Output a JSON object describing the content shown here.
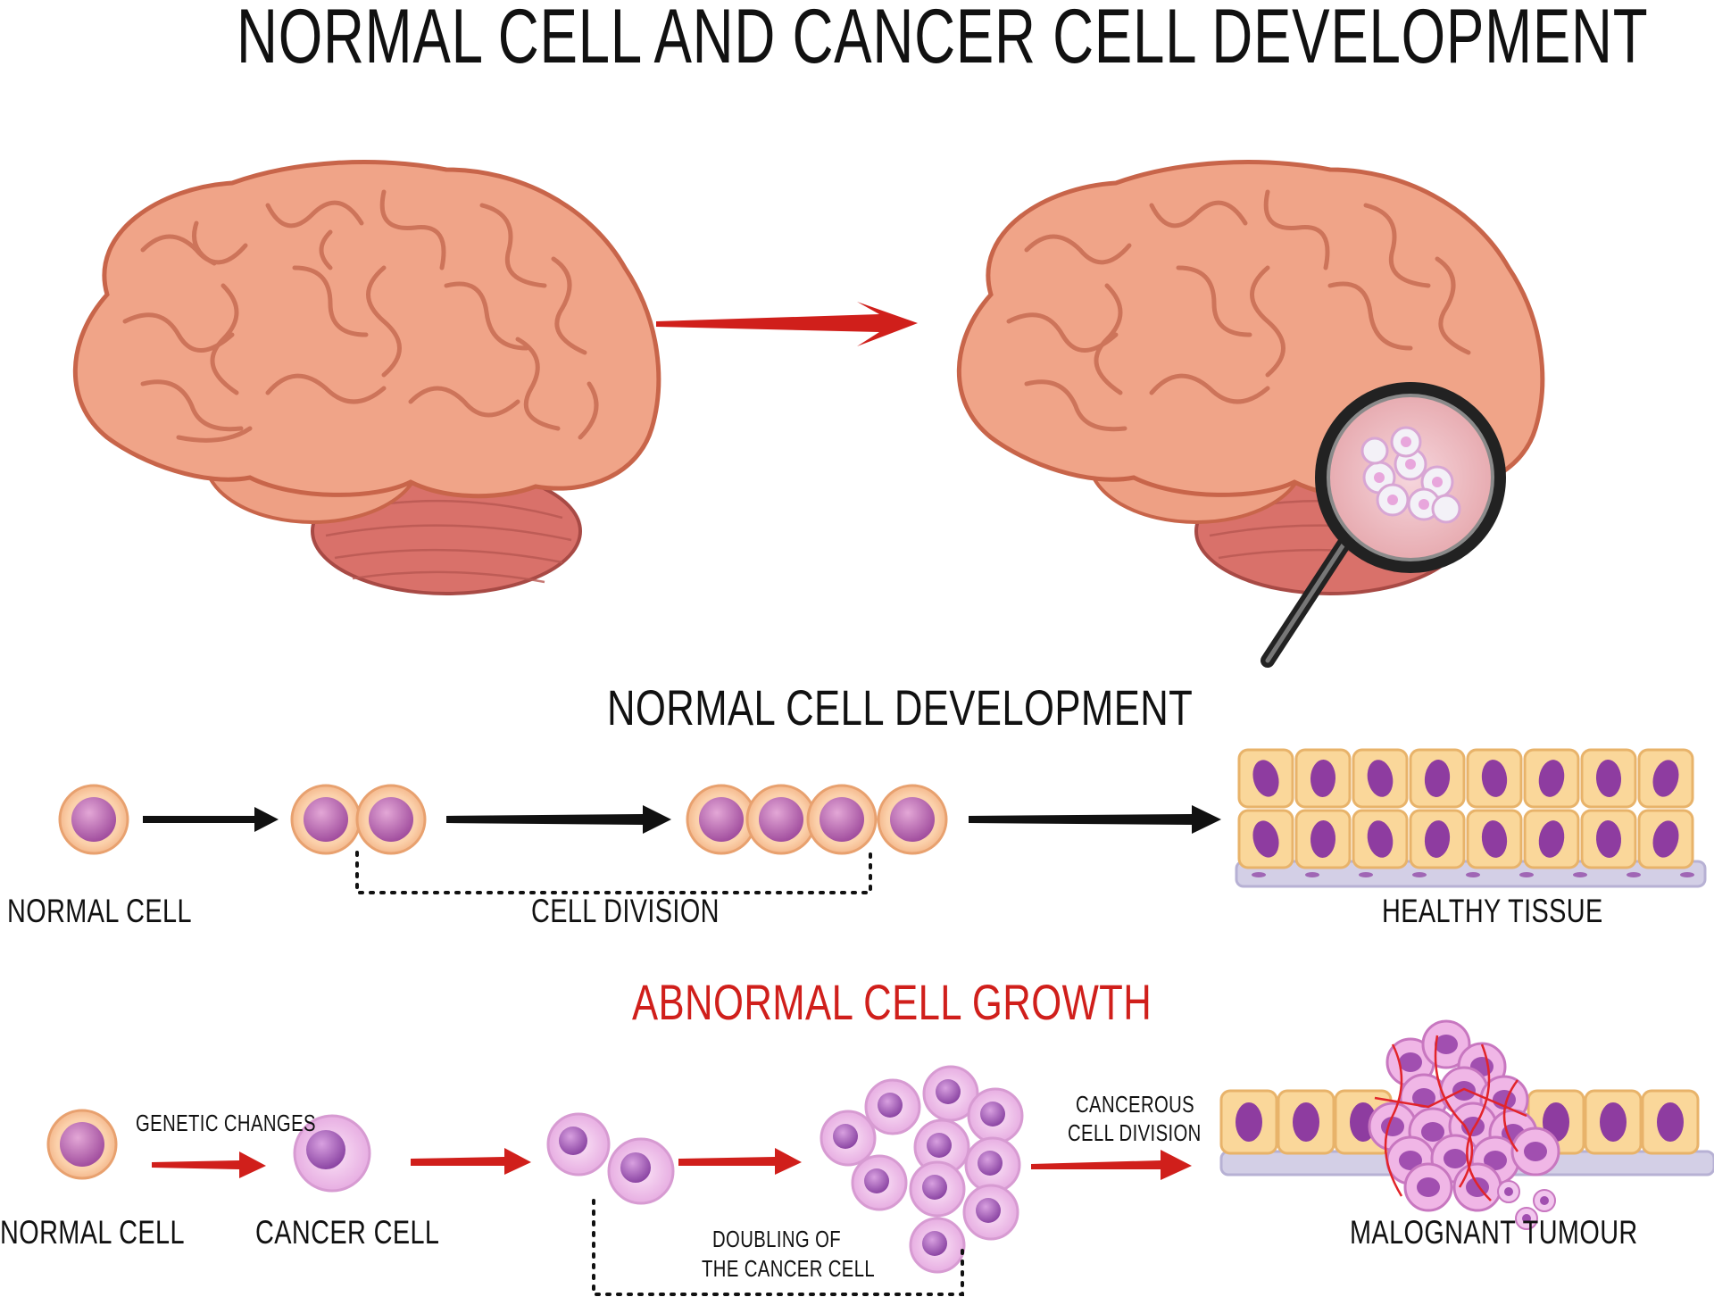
{
  "title": "NORMAL CELL AND CANCER CELL DEVELOPMENT",
  "normal_section": {
    "heading": "NORMAL CELL DEVELOPMENT",
    "labels": {
      "normal_cell": "NORMAL CELL",
      "cell_division": "CELL DIVISION",
      "healthy_tissue": "HEALTHY TISSUE"
    }
  },
  "abnormal_section": {
    "heading": "ABNORMAL CELL GROWTH",
    "labels": {
      "normal_cell": "NORMAL CELL",
      "genetic_changes": "GENETIC CHANGES",
      "cancer_cell": "CANCER CELL",
      "doubling_line1": "DOUBLING OF",
      "doubling_line2": "THE CANCER CELL",
      "cancerous_line1": "CANCEROUS",
      "cancerous_line2": "CELL DIVISION",
      "malignant_tumour": "MALOGNANT TUMOUR"
    }
  },
  "colors": {
    "brain": "#f0a488",
    "brain_dark": "#c8654a",
    "cerebellum": "#d9716a",
    "accent_red": "#d01f1b",
    "arrow_black": "#111111",
    "normal_cell_outer": "#fbd3b0",
    "normal_cell_nucleus": "#b864b0",
    "cancer_cell_outer": "#f2c6ee",
    "cancer_cell_nucleus": "#a458b3",
    "tissue_cell": "#fad79a",
    "tissue_nucleus": "#8e3ca0",
    "basement": "#d3cfe6"
  }
}
